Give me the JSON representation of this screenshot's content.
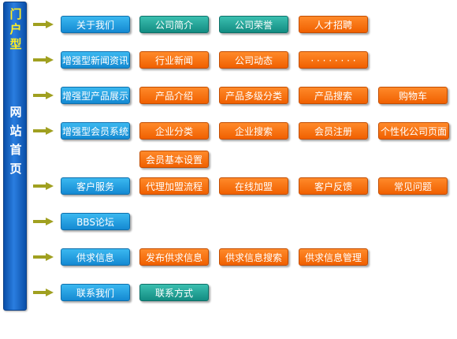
{
  "sidebar": {
    "top_chars": [
      "门",
      "户",
      "型"
    ],
    "bottom_chars": [
      "网",
      "站",
      "首",
      "页"
    ]
  },
  "rows": [
    {
      "main": "关于我们",
      "items": [
        "公司简介",
        "公司荣誉",
        "人才招聘"
      ]
    },
    {
      "main": "增强型新闻资讯",
      "items": [
        "行业新闻",
        "公司动态",
        "· · · · · · · ·"
      ]
    },
    {
      "main": "增强型产品展示",
      "items": [
        "产品介绍",
        "产品多级分类",
        "产品搜索",
        "购物车"
      ]
    },
    {
      "main": "增强型会员系统",
      "items": [
        "企业分类",
        "企业搜索",
        "会员注册",
        "个性化公司页面",
        "会员基本设置"
      ]
    },
    {
      "main": "客户服务",
      "items": [
        "代理加盟流程",
        "在线加盟",
        "客户反馈",
        "常见问题"
      ]
    },
    {
      "main": "BBS论坛",
      "items": []
    },
    {
      "main": "供求信息",
      "items": [
        "发布供求信息",
        "供求信息搜索",
        "供求信息管理"
      ]
    },
    {
      "main": "联系我们",
      "items": [
        "联系方式"
      ]
    }
  ],
  "colors": {
    "blue": "#1b94dc",
    "teal": "#1a9d92",
    "orange": "#f76c00",
    "arrow": "#a0a020"
  }
}
